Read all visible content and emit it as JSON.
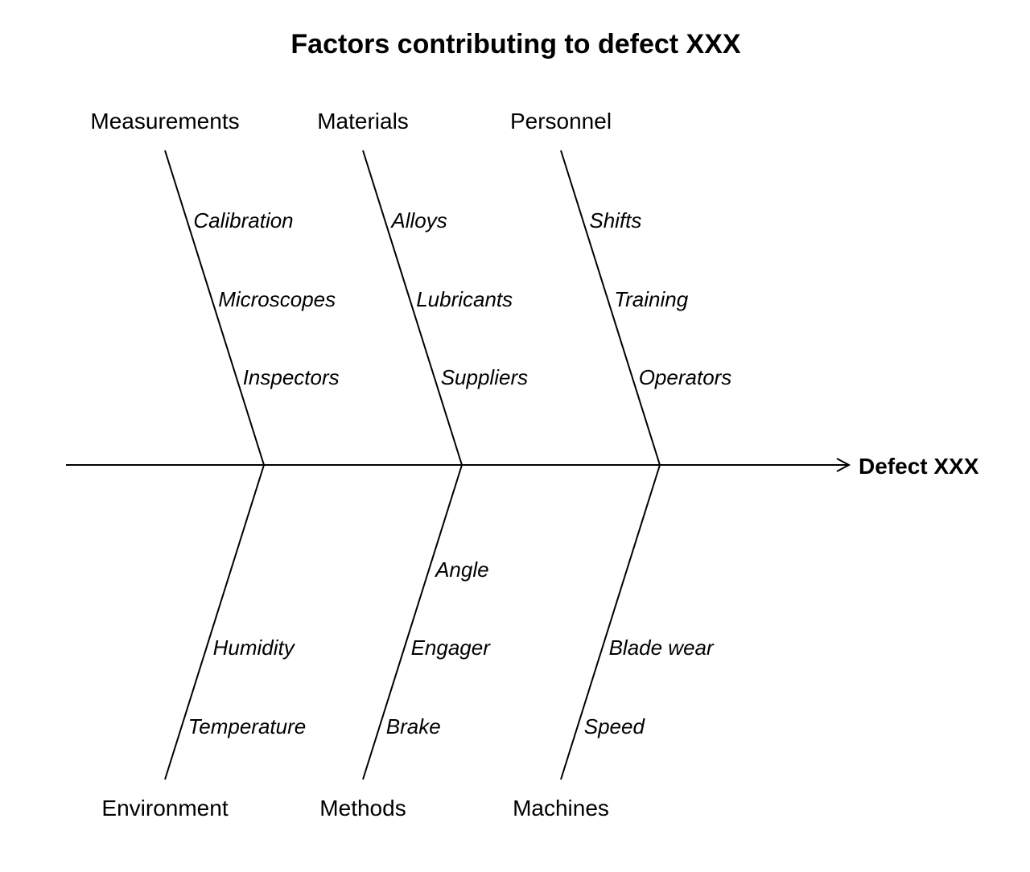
{
  "title": "Factors contributing to defect XXX",
  "effect": "Defect XXX",
  "colors": {
    "line": "#000000",
    "text": "#000000",
    "background": "#ffffff"
  },
  "bones": [
    {
      "side": "top",
      "category": "Measurements",
      "causes": [
        "Calibration",
        "Microscopes",
        "Inspectors"
      ]
    },
    {
      "side": "top",
      "category": "Materials",
      "causes": [
        "Alloys",
        "Lubricants",
        "Suppliers"
      ]
    },
    {
      "side": "top",
      "category": "Personnel",
      "causes": [
        "Shifts",
        "Training",
        "Operators"
      ]
    },
    {
      "side": "bottom",
      "category": "Environment",
      "causes": [
        "",
        "Humidity",
        "Temperature"
      ]
    },
    {
      "side": "bottom",
      "category": "Methods",
      "causes": [
        "Angle",
        "Engager",
        "Brake"
      ]
    },
    {
      "side": "bottom",
      "category": "Machines",
      "causes": [
        "",
        "Blade wear",
        "Speed"
      ]
    }
  ]
}
